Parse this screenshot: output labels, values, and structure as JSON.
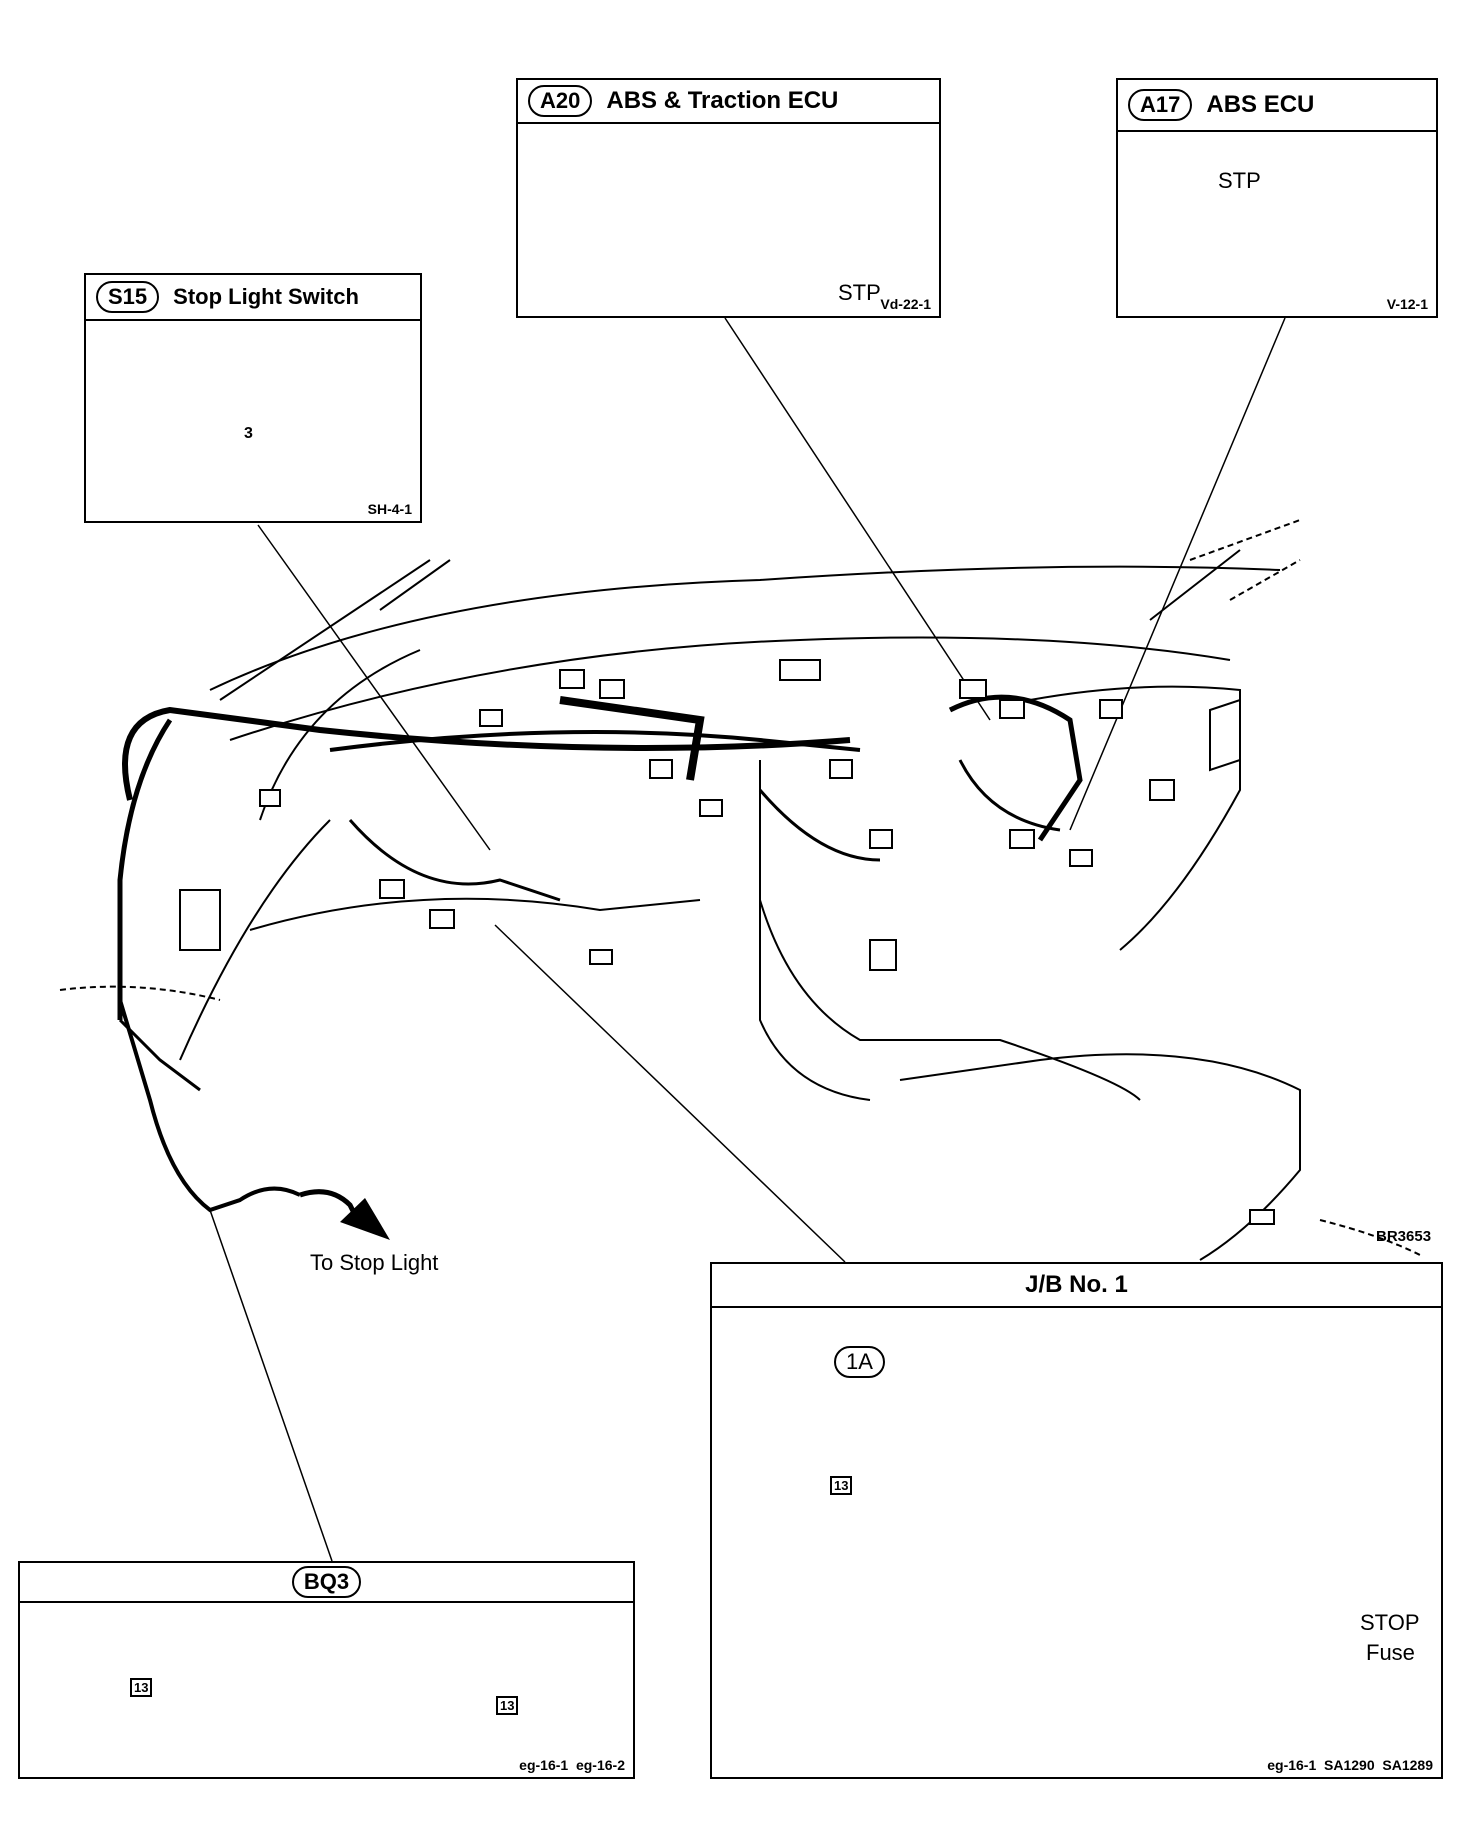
{
  "connectors": {
    "a20": {
      "id": "A20",
      "title": "ABS & Traction ECU",
      "pin": "STP",
      "code": "Vd-22-1"
    },
    "a17": {
      "id": "A17",
      "title": "ABS ECU",
      "pin": "STP",
      "code": "V-12-1"
    },
    "s15": {
      "id": "S15",
      "title": "Stop Light Switch",
      "pin": "3",
      "code": "SH-4-1"
    },
    "bq3": {
      "id": "BQ3",
      "pin_left": "13",
      "pin_right": "13",
      "code": "eg-16-1  eg-16-2"
    }
  },
  "jb": {
    "title": "J/B No. 1",
    "connector_id": "1A",
    "pin": "13",
    "fuse_label_1": "STOP",
    "fuse_label_2": "Fuse",
    "code": "eg-16-1  SA1290  SA1289"
  },
  "figure_code": "BR3653",
  "to_stop_light": "To Stop Light"
}
